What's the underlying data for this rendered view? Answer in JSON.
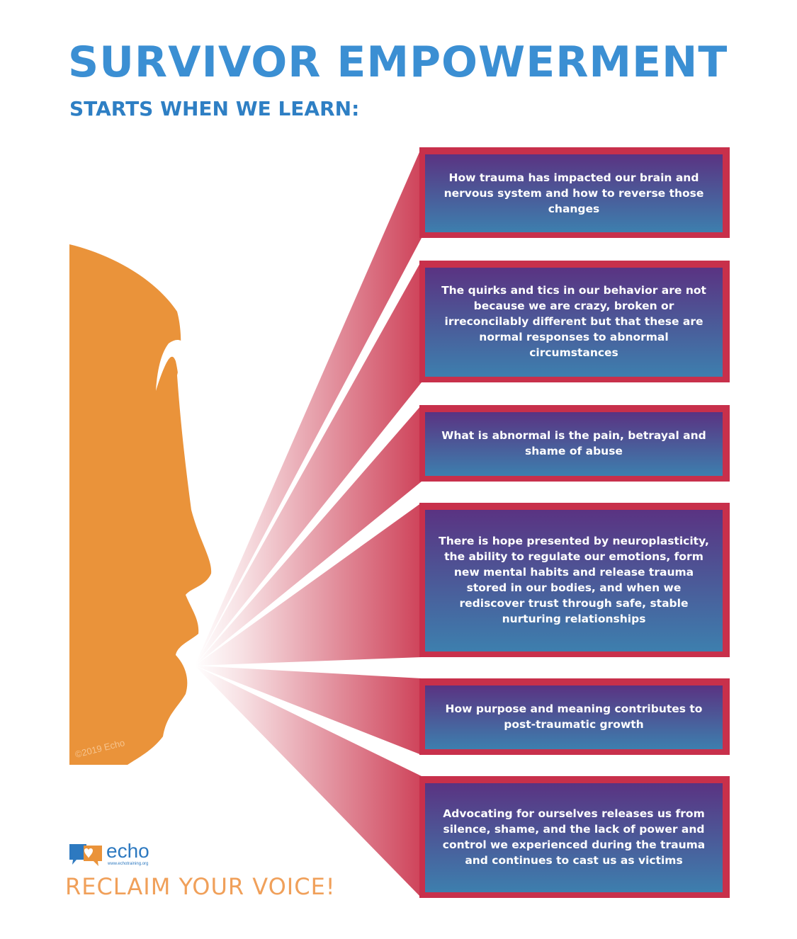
{
  "title": "SURVIVOR EMPOWERMENT",
  "subtitle": "STARTS WHEN WE LEARN:",
  "items": [
    {
      "text": "How trauma has impacted our brain and nervous system and how to reverse those changes"
    },
    {
      "text": "The quirks and tics in our behavior are not because we are crazy, broken or irreconcilably different but that these are normal responses to abnormal circumstances"
    },
    {
      "text": "What is abnormal is the pain, betrayal and shame of abuse"
    },
    {
      "text": "There is hope presented by neuroplasticity, the ability to regulate our emotions, form new mental habits and release trauma stored in our bodies, and when we rediscover trust through safe, stable nurturing relationships"
    },
    {
      "text": "How purpose and meaning contributes to post-traumatic growth"
    },
    {
      "text": "Advocating for ourselves releases us from silence, shame, and the lack of power and control we experienced during the trauma and continues to cast us as victims"
    }
  ],
  "copyright": "©2019 Echo",
  "logo": {
    "name": "echo",
    "url": "www.echotraining.org"
  },
  "tagline": "RECLAIM YOUR VOICE!",
  "colors": {
    "title_blue": "#3b8fd3",
    "subtitle_blue": "#2e7fc4",
    "face_orange": "#ea933a",
    "ray_red": "#cc3a52",
    "box_top": "#5a3382",
    "box_bottom": "#3d7fae",
    "box_border": "#c8304b",
    "tagline_orange": "#f0a05a",
    "logo_blue": "#2d79c0"
  }
}
